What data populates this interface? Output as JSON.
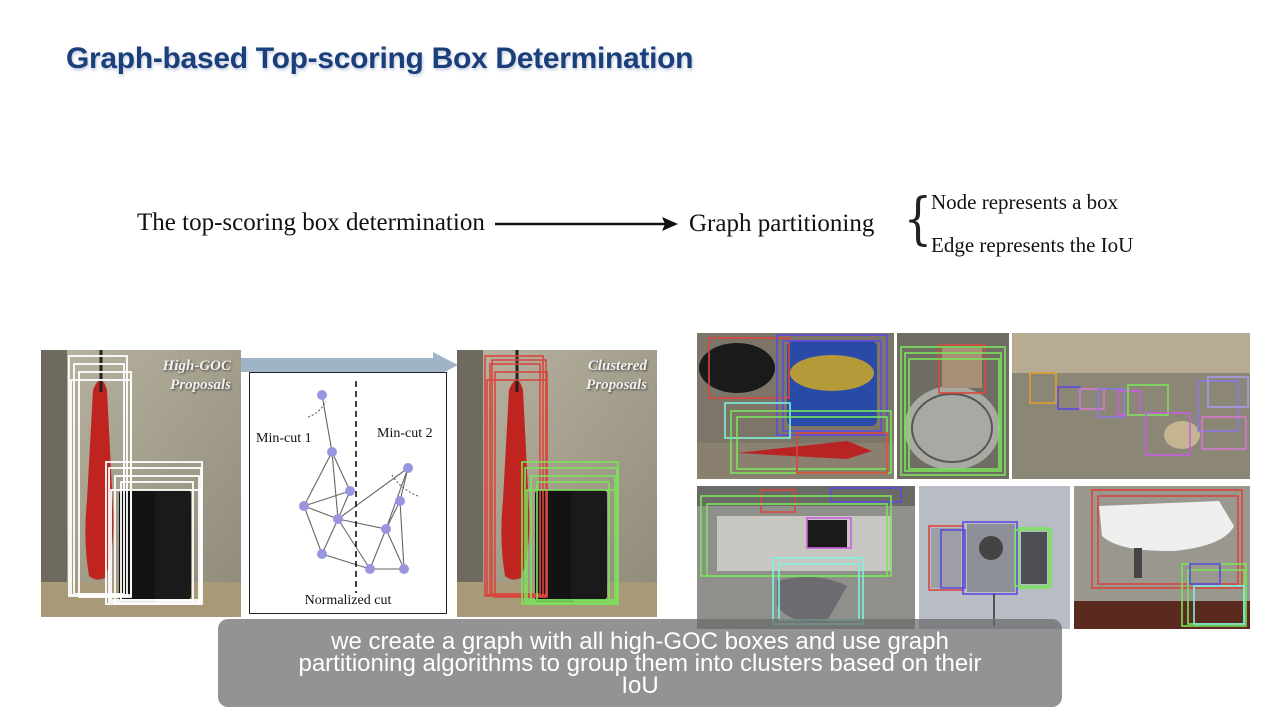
{
  "slide": {
    "title": "Graph-based Top-scoring Box Determination",
    "flow": {
      "left_text": "The top-scoring box determination",
      "right_text": "Graph partitioning",
      "details": [
        "Node represents a box",
        "Edge represents the IoU"
      ]
    },
    "figure": {
      "left_photo_label": [
        "High-GOC",
        "Proposals"
      ],
      "right_photo_label": [
        "Clustered",
        "Proposals"
      ],
      "graph": {
        "mincut1": "Min-cut 1",
        "mincut2": "Min-cut 2",
        "normalized_cut": "Normalized cut"
      }
    }
  },
  "caption": {
    "lines": [
      "we create a graph with all high-GOC boxes and use graph",
      "partitioning algorithms to group them into clusters based on their",
      "IoU"
    ]
  },
  "colors": {
    "title": "#1b3f7a",
    "node": "#9a95e0",
    "red_box": "#d9463f",
    "green_box": "#7be35a",
    "white_box": "#ffffff"
  }
}
